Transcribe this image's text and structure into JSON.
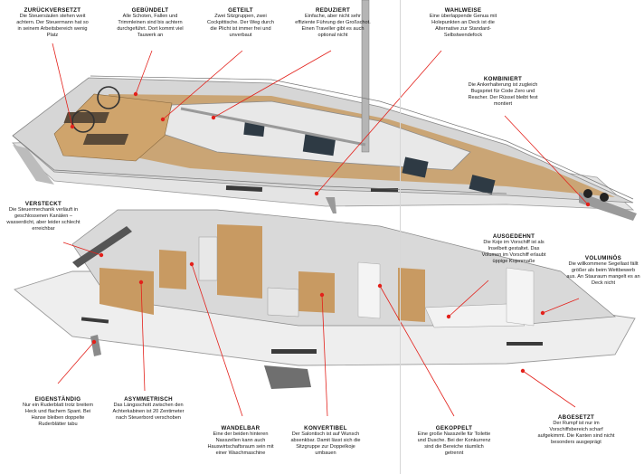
{
  "callouts": [
    {
      "id": "zurueckversetzt",
      "heading": "ZURÜCKVERSETZT",
      "text": "Die Steuersäulen stehen weit achtern. Der Steuermann hat so in seinem Arbeitsbereich wenig Platz"
    },
    {
      "id": "gebuendelt",
      "heading": "GEBÜNDELT",
      "text": "Alle Schoten, Fallen und Trimmleinen sind bis achtern durchgeführt. Dort kommt viel Tauwerk an"
    },
    {
      "id": "geteilt",
      "heading": "GETEILT",
      "text": "Zwei Sitzgruppen, zwei Cockpittische. Der Weg durch die Plicht ist immer frei und unverbaut"
    },
    {
      "id": "reduziert",
      "heading": "REDUZIERT",
      "text": "Einfache, aber nicht sehr effiziente Führung der Großschot. Einen Traveller gibt es auch optional nicht"
    },
    {
      "id": "wahlweise",
      "heading": "WAHLWEISE",
      "text": "Eine überlappende Genua mit Holepunkten an Deck ist die Alternative zur Standard-Selbstwendefock"
    },
    {
      "id": "kombiniert",
      "heading": "KOMBINIERT",
      "text": "Die Ankerhalterung ist zugleich Bugspriet für Code Zero und Reacher. Der Rüssel bleibt fest montiert"
    },
    {
      "id": "versteckt",
      "heading": "VERSTECKT",
      "text": "Die Steuermechanik verläuft in geschlossenen Kanälen – wasserdicht, aber leider schlecht erreichbar"
    },
    {
      "id": "ausgedehnt",
      "heading": "AUSGEDEHNT",
      "text": "Die Koje im Vorschiff ist als Inselbett gestaltet. Das Volumen im Vorschiff erlaubt üppige Kojenmaße"
    },
    {
      "id": "voluminoes",
      "heading": "VOLUMINÖS",
      "text": "Die willkommene Segellast fällt größer als beim Wettbewerb aus. An Stauraum mangelt es an Deck nicht"
    },
    {
      "id": "eigenstaendig",
      "heading": "EIGENSTÄNDIG",
      "text": "Nur ein Ruderblatt trotz breitem Heck und flachem Spant. Bei Hanse bleiben doppelte Ruderblätter tabu"
    },
    {
      "id": "asymmetrisch",
      "heading": "ASYMMETRISCH",
      "text": "Das Längsschott zwischen den Achterkabinen ist 20 Zentimeter nach Steuerbord verschoben"
    },
    {
      "id": "wandelbar",
      "heading": "WANDELBAR",
      "text": "Eine der beiden hinteren Nasszellen kann auch Hauswirtschaftsraum sein mit einer Waschmaschine"
    },
    {
      "id": "konvertibel",
      "heading": "KONVERTIBEL",
      "text": "Der Salontisch ist auf Wunsch absenkbar. Damit lässt sich die Sitzgruppe zur Doppelkoje umbauen"
    },
    {
      "id": "gekoppelt",
      "heading": "GEKOPPELT",
      "text": "Eine große Nasszelle für Toilette und Dusche. Bei der Konkurrenz sind die Bereiche räumlich getrennt"
    },
    {
      "id": "abgesetzt",
      "heading": "ABGESETZT",
      "text": "Der Rumpf ist nur im Vorschiffsbereich scharf aufgekimmt. Die Kanten sind nicht besonders ausgeprägt"
    }
  ],
  "colors": {
    "leader": "#e3211b",
    "teak": "#c9a06a",
    "hull": "#eeeeee",
    "interior_wood": "#c89a62"
  }
}
